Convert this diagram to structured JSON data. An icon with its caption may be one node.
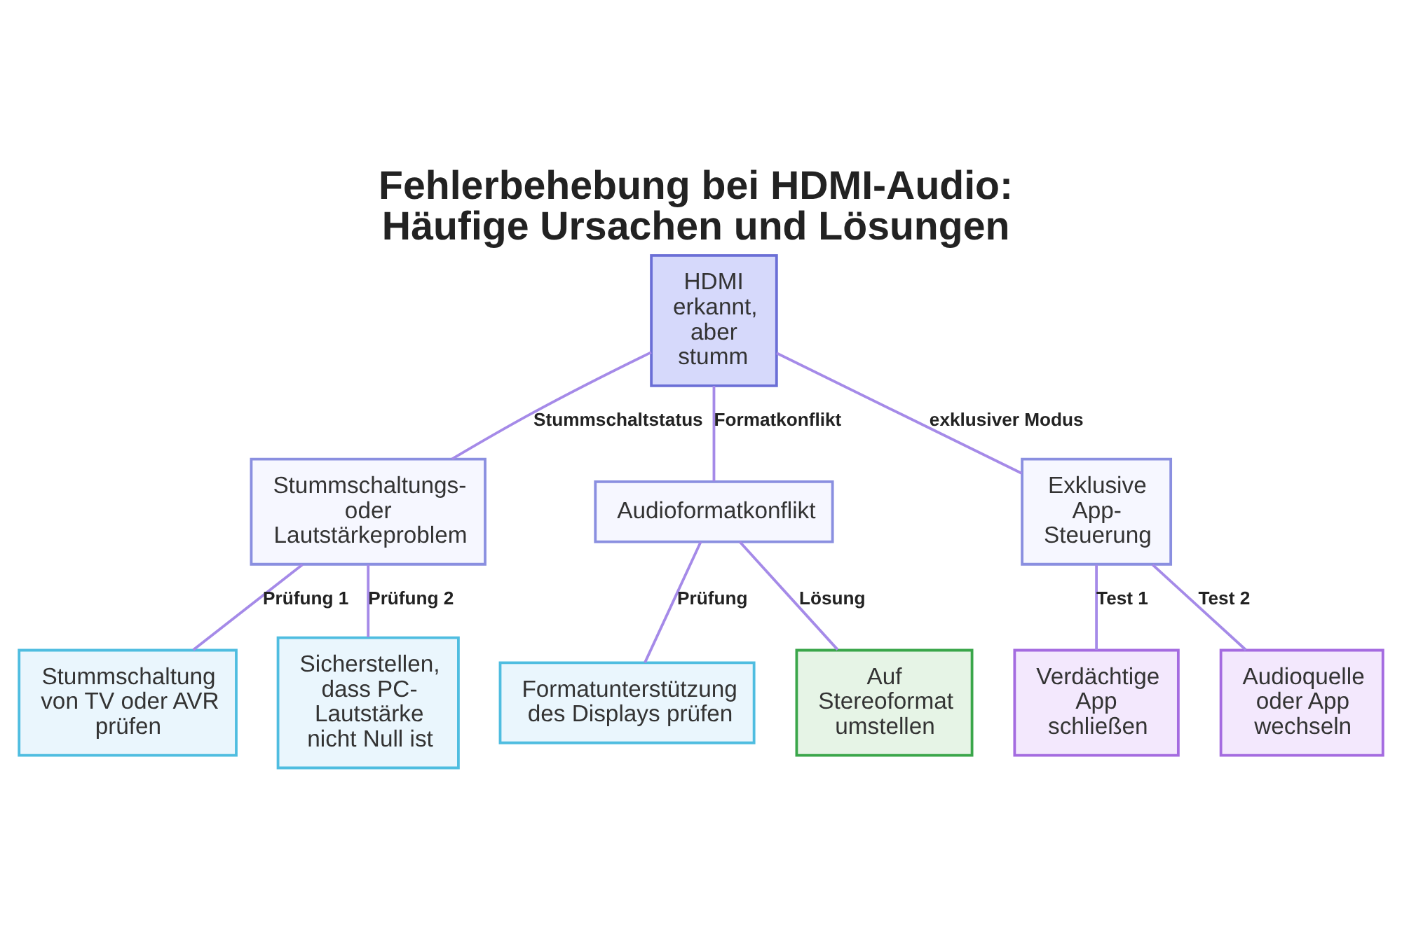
{
  "diagram": {
    "title": "Fehlerbehebung bei HDMI-Audio: Häufige Ursachen und Lösungen",
    "nodes": [
      {
        "text": [
          "HDMI erkannt, aber stumm"
        ]
      },
      {
        "text": [
          "Stummschaltungs- oder Lautstärkeproblem"
        ]
      },
      {
        "text": [
          "Audioformatkonflikt"
        ]
      },
      {
        "text": [
          "Exklusive App-Steuerung"
        ]
      },
      {
        "text": [
          "Stummschaltung von TV oder AVR prüfen"
        ]
      },
      {
        "text": [
          "Sicherstellen, dass PC-Lautstärke nicht Null ist"
        ]
      },
      {
        "text": [
          "Formatunterstützung des Displays prüfen"
        ]
      },
      {
        "text": [
          "Auf Stereoformat umstellen"
        ]
      },
      {
        "text": [
          "Verdächtige App schließen"
        ]
      },
      {
        "text": [
          "Audioquelle oder App wechseln"
        ]
      }
    ],
    "edges": [
      {
        "from": 0,
        "to": 1,
        "arrow": "none",
        "label": "Stummschaltstatus"
      },
      {
        "from": 0,
        "to": 2,
        "arrow": "none",
        "label": "Formatkonflikt"
      },
      {
        "from": 0,
        "to": 3,
        "arrow": "none",
        "label": "exklusiver Modus"
      },
      {
        "from": 1,
        "to": 4,
        "arrow": "none",
        "label": "Prüfung 1"
      },
      {
        "from": 1,
        "to": 5,
        "arrow": "none",
        "label": "Prüfung 2"
      },
      {
        "from": 2,
        "to": 6,
        "arrow": "none",
        "label": "Prüfung"
      },
      {
        "from": 2,
        "to": 7,
        "arrow": "none",
        "label": "Lösung"
      },
      {
        "from": 3,
        "to": 8,
        "arrow": "none",
        "label": "Test 1"
      },
      {
        "from": 3,
        "to": 9,
        "arrow": "none",
        "label": "Test 2"
      }
    ]
  }
}
